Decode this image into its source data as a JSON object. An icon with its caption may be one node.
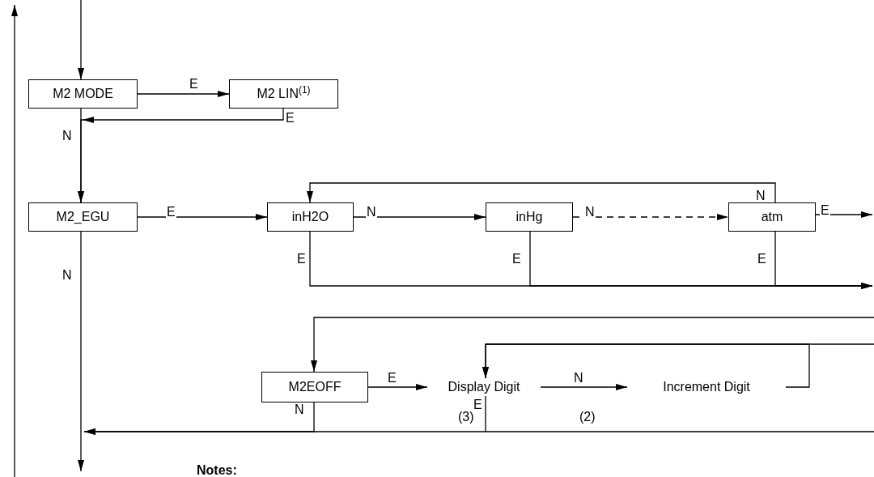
{
  "diagram": {
    "nodes": [
      {
        "text": [
          "M2 MODE"
        ]
      },
      {
        "text": [
          "M2 LIN$^{(1)}$"
        ]
      },
      {
        "text": [
          "M2_EGU"
        ]
      },
      {
        "text": [
          "inH2O"
        ]
      },
      {
        "text": [
          "inHg"
        ]
      },
      {
        "text": [
          "atm"
        ]
      },
      {
        "text": [
          "M2EOFF"
        ]
      },
      {
        "text": [
          "Display Digit"
        ]
      },
      {
        "text": [
          "Increment Digit"
        ]
      }
    ],
    "edges": [
      {
        "from": null,
        "to": 0,
        "arrow": "to"
      },
      {
        "from": 0,
        "to": 1,
        "arrow": "to",
        "label": "E"
      },
      {
        "from": 0,
        "to": 2,
        "arrow": "to",
        "label": "N"
      },
      {
        "from": 1,
        "to": 2,
        "arrow": "to",
        "label": "E"
      },
      {
        "from": 2,
        "to": 3,
        "arrow": "to",
        "label": "E"
      },
      {
        "from": 3,
        "to": 4,
        "arrow": "to",
        "label": "N"
      },
      {
        "from": 4,
        "to": 5,
        "arrow": "to",
        "label": "N",
        "style": "dashed"
      },
      {
        "from": 5,
        "to": 3,
        "arrow": "to",
        "label": "N"
      },
      {
        "from": 5,
        "to": null,
        "arrow": "to",
        "label": "E"
      },
      {
        "from": 3,
        "to": null,
        "arrow": "to",
        "label": "E"
      },
      {
        "from": 4,
        "to": null,
        "arrow": "to",
        "label": "E"
      },
      {
        "from": 5,
        "to": null,
        "arrow": "to",
        "label": "E"
      },
      {
        "from": null,
        "to": 6,
        "arrow": "to"
      },
      {
        "from": 6,
        "to": 7,
        "arrow": "to",
        "label": "E"
      },
      {
        "from": 7,
        "to": 8,
        "arrow": "to",
        "label": "N"
      },
      {
        "from": 8,
        "to": 7,
        "arrow": "to"
      },
      {
        "from": null,
        "to": 7,
        "arrow": "to"
      },
      {
        "from": 6,
        "to": null,
        "arrow": "to",
        "label": "N"
      },
      {
        "from": 7,
        "to": null,
        "arrow": "to",
        "label": "E"
      },
      {
        "from": 2,
        "to": null,
        "arrow": "to",
        "label": "N"
      }
    ],
    "labels": [
      "(3)",
      "(2)",
      "Notes:"
    ]
  }
}
